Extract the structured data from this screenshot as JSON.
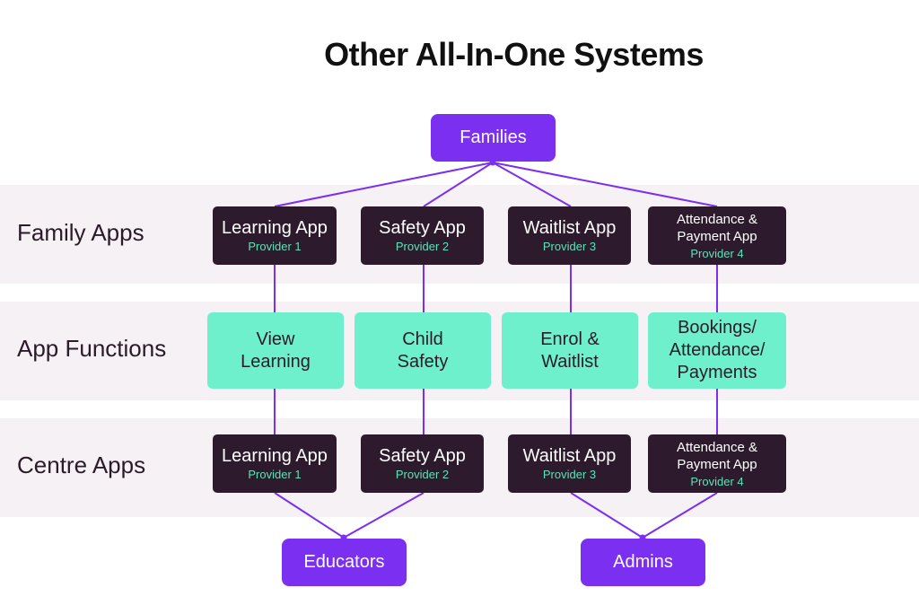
{
  "title": "Other All-In-One Systems",
  "colors": {
    "purple": "#7b2ff0",
    "dark": "#2d1b2d",
    "mint": "#6ff0cc",
    "provider_text": "#5fe0b8",
    "band": "#f5f1f4"
  },
  "top_node": "Families",
  "rows": {
    "family_apps": "Family Apps",
    "app_functions": "App Functions",
    "centre_apps": "Centre Apps"
  },
  "family_apps": [
    {
      "name": "Learning App",
      "provider": "Provider 1"
    },
    {
      "name": "Safety App",
      "provider": "Provider 2"
    },
    {
      "name": "Waitlist App",
      "provider": "Provider 3"
    },
    {
      "name": "Attendance &\nPayment App",
      "provider": "Provider 4"
    }
  ],
  "functions": [
    "View\nLearning",
    "Child\nSafety",
    "Enrol &\nWaitlist",
    "Bookings/\nAttendance/\nPayments"
  ],
  "centre_apps": [
    {
      "name": "Learning App",
      "provider": "Provider 1"
    },
    {
      "name": "Safety App",
      "provider": "Provider 2"
    },
    {
      "name": "Waitlist App",
      "provider": "Provider 3"
    },
    {
      "name": "Attendance &\nPayment App",
      "provider": "Provider 4"
    }
  ],
  "bottom_nodes": {
    "educators": "Educators",
    "admins": "Admins"
  }
}
